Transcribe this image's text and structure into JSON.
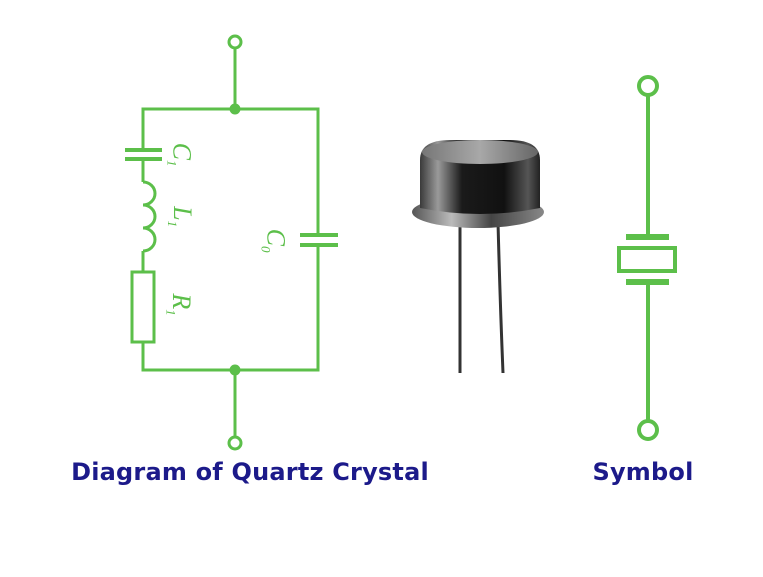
{
  "colors": {
    "circuit": "#5cbf4a",
    "title": "#1c1a8a"
  },
  "labels": {
    "c1": {
      "letter": "C",
      "sub": "1"
    },
    "l1": {
      "letter": "L",
      "sub": "1"
    },
    "r1": {
      "letter": "R",
      "sub": "1"
    },
    "c0": {
      "letter": "C",
      "sub": "0"
    }
  },
  "captions": {
    "diagram": "Diagram of Quartz Crystal",
    "symbol": "Symbol"
  }
}
